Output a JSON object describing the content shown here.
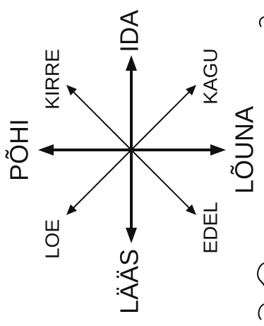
{
  "compass": {
    "main": {
      "north": "PÕHI",
      "east": "IDA",
      "south": "LÕUNA",
      "west": "LÄÄS"
    },
    "intercardinal": {
      "northeast": "KIRRE",
      "southeast": "KAGU",
      "southwest": "EDEL",
      "northwest": "LOE"
    }
  },
  "colors": {
    "ink": "#111111",
    "background": "#ffffff"
  }
}
